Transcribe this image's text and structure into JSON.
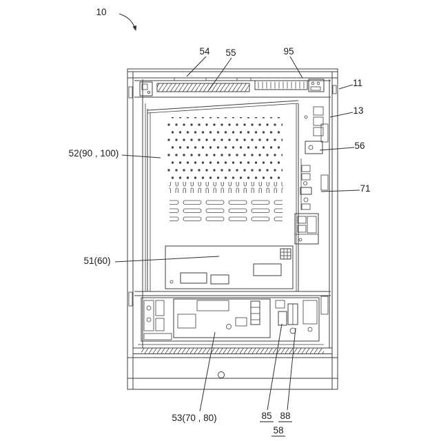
{
  "figure": {
    "labels": {
      "l10": "10",
      "l54": "54",
      "l55": "55",
      "l95": "95",
      "l11": "11",
      "l13": "13",
      "l56": "56",
      "l71": "71",
      "l52": "52(90 , 100)",
      "l51": "51(60)",
      "l53": "53(70 , 80)",
      "l85": "85",
      "l88": "88",
      "l58": "58"
    },
    "line_color": "#3c3c3c",
    "background": "#ffffff"
  }
}
